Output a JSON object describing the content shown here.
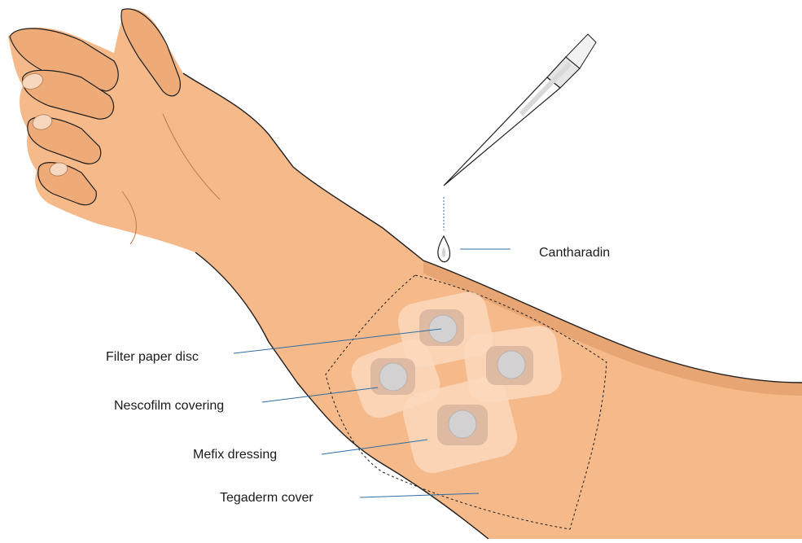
{
  "labels": {
    "cantharadin": "Cantharadin",
    "filter_paper_disc": "Filter paper disc",
    "nescofilm_covering": "Nescofilm covering",
    "mefix_dressing": "Mefix dressing",
    "tegaderm_cover": "Tegaderm cover"
  },
  "colors": {
    "skin": "#f5b98a",
    "skin_shadow": "#c98a55",
    "outline": "#1f1f1f",
    "dressing": "#fbd8bd",
    "film": "#c9a892",
    "disc": "#d3d1d1",
    "leader_line": "#2e6ea6"
  }
}
